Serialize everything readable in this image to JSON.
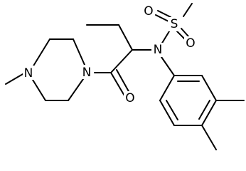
{
  "diagram": {
    "type": "chemical-structure",
    "atoms": [
      {
        "id": "n_piperazine_methyl",
        "label": "N"
      },
      {
        "id": "n_piperazine_amide",
        "label": "N"
      },
      {
        "id": "o_carbonyl",
        "label": "O"
      },
      {
        "id": "n_sulfonamide",
        "label": "N"
      },
      {
        "id": "s_sulfonyl",
        "label": "S"
      },
      {
        "id": "o_sulfonyl_left",
        "label": "O"
      },
      {
        "id": "o_sulfonyl_right",
        "label": "O"
      }
    ]
  }
}
